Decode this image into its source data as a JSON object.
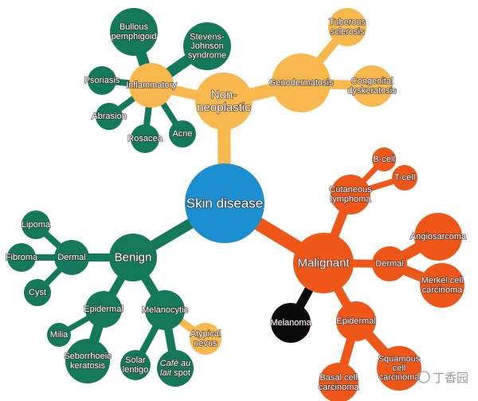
{
  "title": "Skin disease",
  "colors": {
    "root": "#1b8fcf",
    "nonneo": "#f8b84e",
    "benign": "#13795a",
    "malignant": "#ee5717",
    "melanoma": "#0a0a0a"
  },
  "nodes": [
    {
      "id": "root",
      "lines": [
        "Skin disease"
      ],
      "color": "root",
      "parent": null,
      "size": "xl"
    },
    {
      "id": "nonneo",
      "lines": [
        "Non-",
        "neoplastic"
      ],
      "color": "nonneo",
      "parent": "root",
      "size": "l"
    },
    {
      "id": "inflam",
      "lines": [
        "Inflammatory"
      ],
      "color": "nonneo",
      "parent": "nonneo"
    },
    {
      "id": "bullous",
      "lines": [
        "Bullous",
        "pemphigoid"
      ],
      "color": "benign",
      "parent": "inflam"
    },
    {
      "id": "sjs",
      "lines": [
        "Stevens-",
        "Johnson",
        "syndrome"
      ],
      "color": "benign",
      "parent": "inflam"
    },
    {
      "id": "psoriasis",
      "lines": [
        "Psoriasis"
      ],
      "color": "benign",
      "parent": "inflam"
    },
    {
      "id": "abrasion",
      "lines": [
        "Abrasion"
      ],
      "color": "benign",
      "parent": "inflam"
    },
    {
      "id": "rosacea",
      "lines": [
        "Rosacea"
      ],
      "color": "benign",
      "parent": "inflam"
    },
    {
      "id": "acne",
      "lines": [
        "Acne"
      ],
      "color": "benign",
      "parent": "inflam"
    },
    {
      "id": "geno",
      "lines": [
        "Genodermatosis"
      ],
      "color": "nonneo",
      "parent": "nonneo"
    },
    {
      "id": "tuberous",
      "lines": [
        "Tuberous",
        "sclerosis"
      ],
      "color": "nonneo",
      "parent": "geno"
    },
    {
      "id": "congenital",
      "lines": [
        "Congenital",
        "dyskeratosis"
      ],
      "color": "nonneo",
      "parent": "geno"
    },
    {
      "id": "malignant",
      "lines": [
        "Malignant"
      ],
      "color": "malignant",
      "parent": "root",
      "size": "l"
    },
    {
      "id": "lymphoma",
      "lines": [
        "Cutaneous",
        "lymphoma"
      ],
      "color": "malignant",
      "parent": "malignant"
    },
    {
      "id": "bcell",
      "lines": [
        "B-cell"
      ],
      "color": "malignant",
      "parent": "lymphoma"
    },
    {
      "id": "tcell",
      "lines": [
        "T-cell"
      ],
      "color": "malignant",
      "parent": "lymphoma"
    },
    {
      "id": "mdermal",
      "lines": [
        "Dermal"
      ],
      "color": "malignant",
      "parent": "malignant"
    },
    {
      "id": "angio",
      "lines": [
        "Angiosarcoma"
      ],
      "color": "malignant",
      "parent": "mdermal"
    },
    {
      "id": "merkel",
      "lines": [
        "Merkel cell",
        "carcinoma"
      ],
      "color": "malignant",
      "parent": "mdermal"
    },
    {
      "id": "melanoma",
      "lines": [
        "Melanoma"
      ],
      "color": "melanoma",
      "parent": "malignant"
    },
    {
      "id": "mepi",
      "lines": [
        "Epidermal"
      ],
      "color": "malignant",
      "parent": "malignant"
    },
    {
      "id": "squamous",
      "lines": [
        "Squamous",
        "cell",
        "carcinoma"
      ],
      "color": "malignant",
      "parent": "mepi"
    },
    {
      "id": "basal",
      "lines": [
        "Basal cell",
        "carcinoma"
      ],
      "color": "malignant",
      "parent": "mepi"
    },
    {
      "id": "benign",
      "lines": [
        "Benign"
      ],
      "color": "benign",
      "parent": "root",
      "size": "l"
    },
    {
      "id": "bdermal",
      "lines": [
        "Dermal"
      ],
      "color": "benign",
      "parent": "benign"
    },
    {
      "id": "lipoma",
      "lines": [
        "Lipoma"
      ],
      "color": "benign",
      "parent": "bdermal"
    },
    {
      "id": "fibroma",
      "lines": [
        "Fibroma"
      ],
      "color": "benign",
      "parent": "bdermal"
    },
    {
      "id": "cyst",
      "lines": [
        "Cyst"
      ],
      "color": "benign",
      "parent": "bdermal"
    },
    {
      "id": "bepi",
      "lines": [
        "Epidermal"
      ],
      "color": "benign",
      "parent": "benign"
    },
    {
      "id": "milia",
      "lines": [
        "Milia"
      ],
      "color": "benign",
      "parent": "bepi"
    },
    {
      "id": "seb",
      "lines": [
        "Seborrhoeic",
        "keratosis"
      ],
      "color": "benign",
      "parent": "bepi"
    },
    {
      "id": "melanocytic",
      "lines": [
        "Melanocytic"
      ],
      "color": "benign",
      "parent": "benign"
    },
    {
      "id": "solar",
      "lines": [
        "Solar",
        "lentigo"
      ],
      "color": "benign",
      "parent": "melanocytic"
    },
    {
      "id": "cafe",
      "lines": [
        "Café au",
        "lait spot"
      ],
      "color": "benign",
      "parent": "melanocytic",
      "italic": "Café au lait"
    },
    {
      "id": "atypical",
      "lines": [
        "Atypical",
        "nevus"
      ],
      "color": "nonneo",
      "parent": "melanocytic"
    }
  ],
  "watermark": "丁香园"
}
